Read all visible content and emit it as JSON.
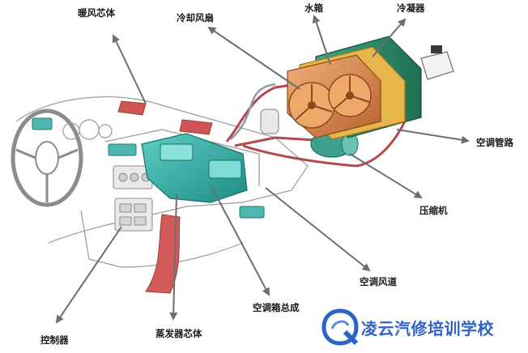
{
  "labels": {
    "heater_core": "暖风芯体",
    "cooling_fan": "冷却风扇",
    "radiator": "水箱",
    "condenser": "冷凝器",
    "ac_pipes": "空调管路",
    "compressor": "压缩机",
    "ac_duct": "空调风道",
    "ac_box_assembly": "空调箱总成",
    "controller": "控制器",
    "evaporator_core": "蒸发器芯体"
  },
  "watermark": {
    "text": "凌云汽修培训学校"
  },
  "colors": {
    "arrow": "#6e6e6e",
    "hvac_teal": "#2fa7a0",
    "vent_red": "#c94a4a",
    "fan_orange": "#d27a3a",
    "condenser_green": "#2f8a6a",
    "watermark_blue": "#2e64c8"
  }
}
